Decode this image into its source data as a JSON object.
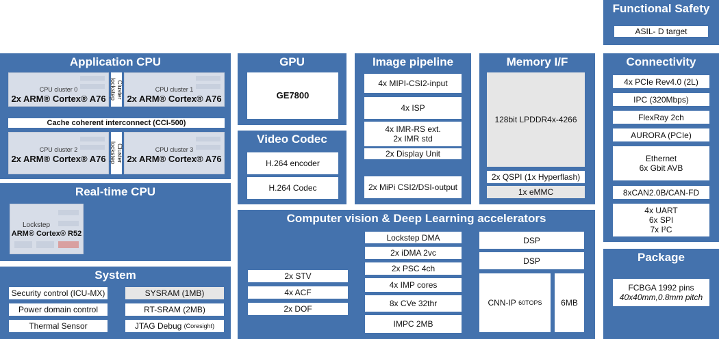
{
  "functional_safety": {
    "title": "Functional Safety",
    "item": "ASIL- D target"
  },
  "app_cpu": {
    "title": "Application CPU",
    "clusters": [
      {
        "label": "CPU cluster 0",
        "core": "2x ARM® Cortex® A76"
      },
      {
        "label": "CPU cluster 1",
        "core": "2x ARM® Cortex® A76"
      },
      {
        "label": "CPU cluster 2",
        "core": "2x ARM® Cortex® A76"
      },
      {
        "label": "CPU cluster 3",
        "core": "2x ARM® Cortex® A76"
      }
    ],
    "lockstep_label": "Cluster lockstep",
    "interconnect": "Cache coherent interconnect (CCI-500)"
  },
  "rt_cpu": {
    "title": "Real-time CPU",
    "lockstep": "Lockstep",
    "core": "ARM® Cortex® R52"
  },
  "system": {
    "title": "System",
    "left": [
      "Security control (ICU-MX)",
      "Power domain control",
      "Thermal Sensor"
    ],
    "right": [
      "SYSRAM (1MB)",
      "RT-SRAM (2MB)"
    ],
    "jtag": "JTAG Debug",
    "jtag_note": "(Coresight)"
  },
  "gpu": {
    "title": "GPU",
    "item": "GE7800"
  },
  "video_codec": {
    "title": "Video Codec",
    "items": [
      "H.264 encoder",
      "H.264 Codec"
    ]
  },
  "image_pipeline": {
    "title": "Image pipeline",
    "items": [
      "4x MIPI-CSI2-input",
      "4x ISP",
      "4x IMR-RS ext.\n2x IMR std",
      "2x Display Unit",
      "2x MiPi CSI2/DSI-output"
    ]
  },
  "memory_if": {
    "title": "Memory I/F",
    "main": "128bit LPDDR4x-4266",
    "qspi": "2x QSPI (1x Hyperflash)",
    "emmc": "1x eMMC"
  },
  "connectivity": {
    "title": "Connectivity",
    "items": [
      "4x PCIe Rev4.0 (2L)",
      "IPC (320Mbps)",
      "FlexRay 2ch",
      "AURORA (PCIe)",
      "Ethernet\n6x Gbit AVB",
      "8xCAN2.0B/CAN-FD",
      "4x UART\n6x SPI\n7x I²C"
    ]
  },
  "package": {
    "title": "Package",
    "line1": "FCBGA 1992 pins",
    "line2": "40x40mm,0.8mm pitch"
  },
  "cv_dl": {
    "title": "Computer vision & Deep Learning accelerators",
    "left": [
      "2x STV",
      "4x ACF",
      "2x DOF"
    ],
    "middle": [
      "Lockstep DMA",
      "2x iDMA 2vc",
      "2x PSC 4ch",
      "4x IMP cores",
      "8x CVe 32thr",
      "IMPC 2MB"
    ],
    "dsp": [
      "DSP",
      "DSP"
    ],
    "cnn": "CNN-IP",
    "cnn_note": "60TOPS",
    "mem": "6MB"
  }
}
